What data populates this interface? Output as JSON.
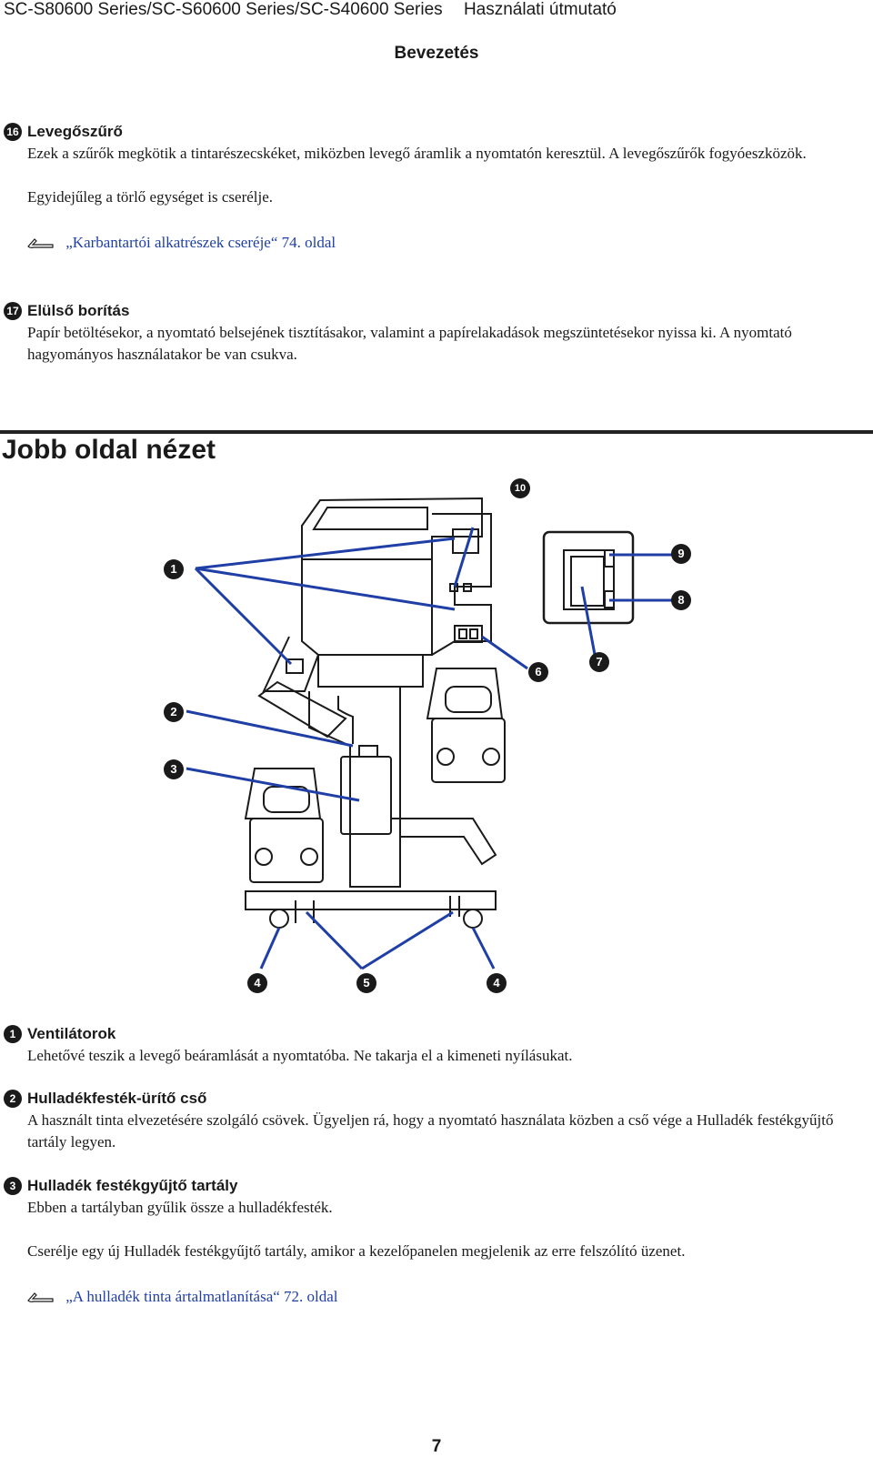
{
  "header": {
    "series": "SC-S80600 Series/SC-S60600 Series/SC-S40600 Series",
    "doc": "Használati útmutató",
    "section": "Bevezetés"
  },
  "top_items": [
    {
      "num": "16",
      "title": "Levegőszűrő",
      "text1": "Ezek a szűrők megkötik a tintarészecskéket, miközben levegő áramlik a nyomtatón keresztül. A levegőszűrők fogyóeszközök.",
      "text2": "Egyidejűleg a törlő egységet is cserélje.",
      "link": "„Karbantartói alkatrészek cseréje“ 74. oldal"
    },
    {
      "num": "17",
      "title": "Elülső borítás",
      "text1": "Papír betöltésekor, a nyomtató belsejének tisztításakor, valamint a papírelakadások megszüntetésekor nyissa ki. A nyomtató hagyományos használatakor be van csukva."
    }
  ],
  "heading": "Jobb oldal nézet",
  "callouts": [
    "1",
    "2",
    "3",
    "4",
    "5",
    "4",
    "6",
    "7",
    "8",
    "9",
    "10"
  ],
  "bottom_items": [
    {
      "num": "1",
      "title": "Ventilátorok",
      "text1": "Lehetővé teszik a levegő beáramlását a nyomtatóba. Ne takarja el a kimeneti nyílásukat."
    },
    {
      "num": "2",
      "title": "Hulladékfesték-ürítő cső",
      "text1": "A használt tinta elvezetésére szolgáló csövek. Ügyeljen rá, hogy a nyomtató használata közben a cső vége a Hulladék festékgyűjtő tartály legyen."
    },
    {
      "num": "3",
      "title": "Hulladék festékgyűjtő tartály",
      "text1": "Ebben a tartályban gyűlik össze a hulladékfesték.",
      "text2": "Cserélje egy új Hulladék festékgyűjtő tartály, amikor a kezelőpanelen megjelenik az erre felszólító üzenet.",
      "link": "„A hulladék tinta ártalmatlanítása“ 72. oldal"
    }
  ],
  "page_number": "7",
  "colors": {
    "link": "#1f3fa6",
    "text": "#1a1a1a"
  }
}
